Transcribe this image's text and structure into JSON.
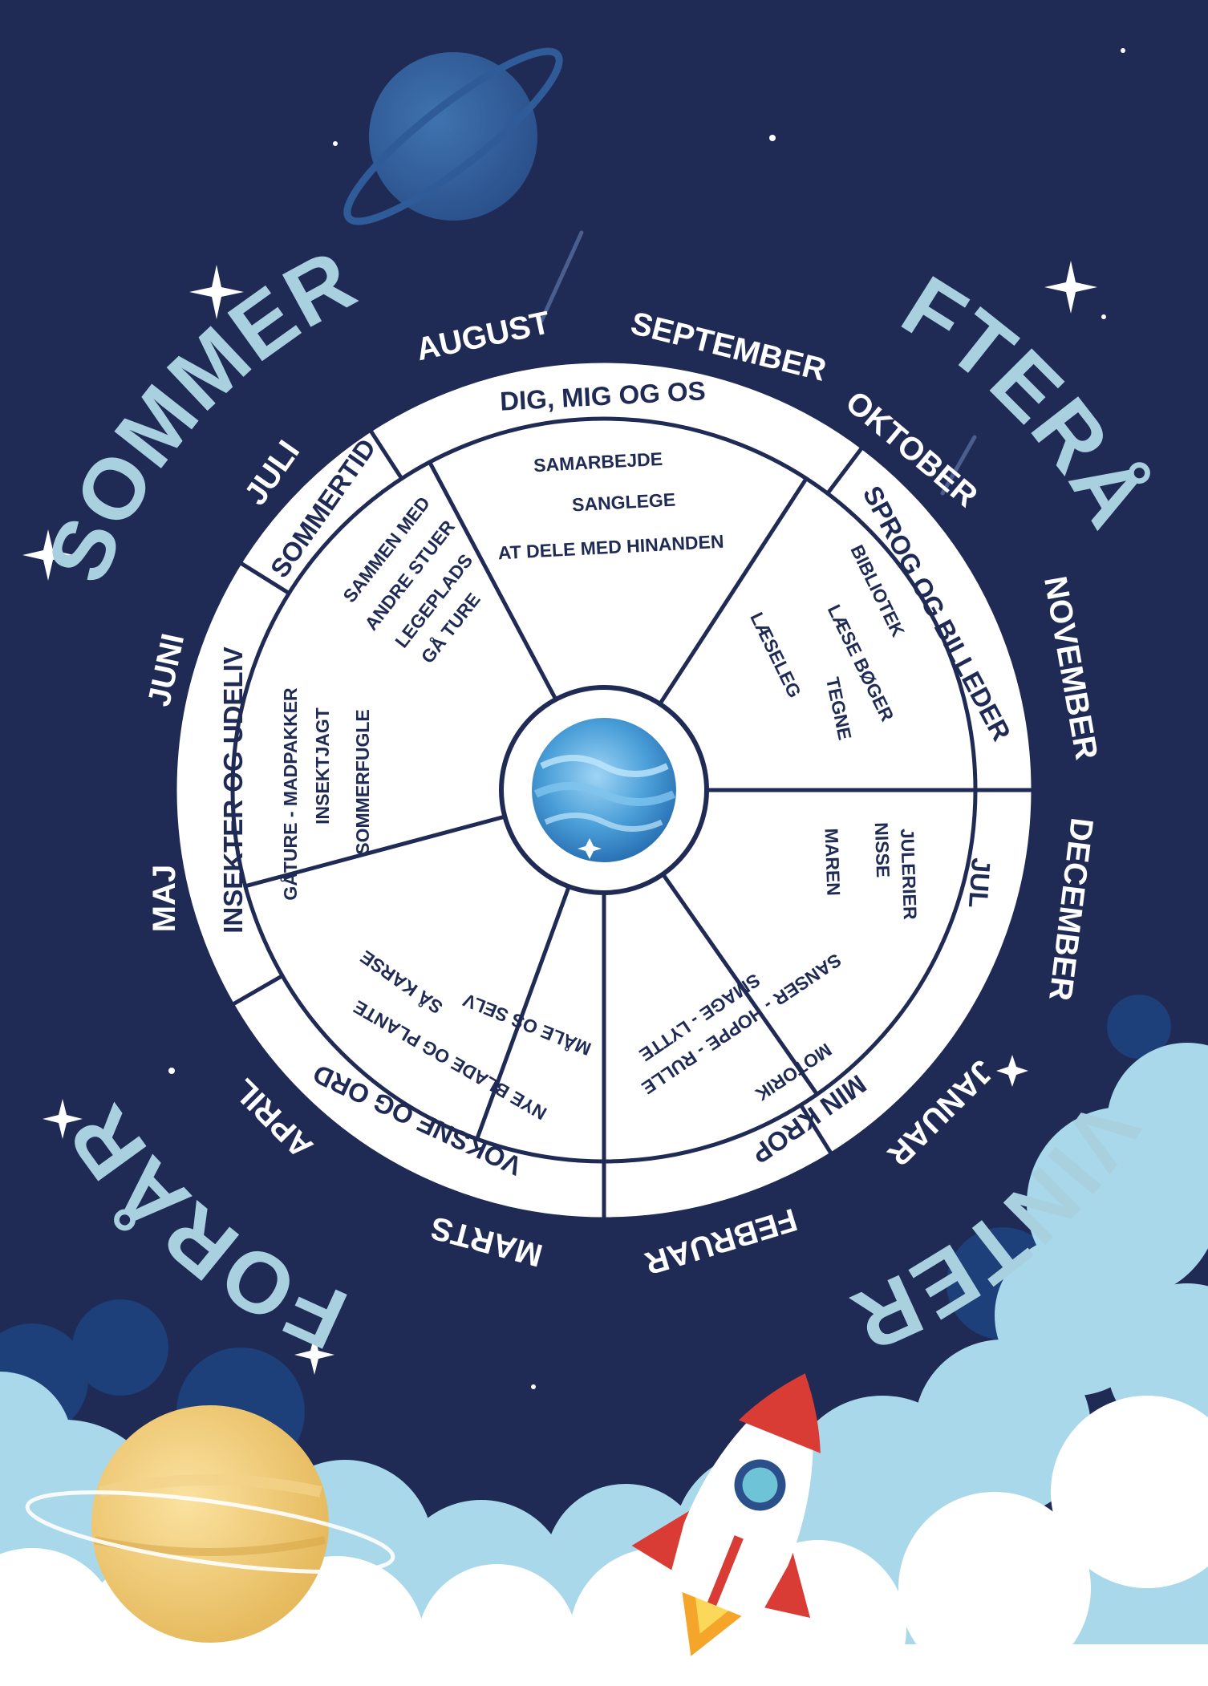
{
  "seasons": {
    "summer": "SOMMER",
    "autumn": "EFTERÅR",
    "winter": "VINTER",
    "spring": "FORÅR"
  },
  "months": {
    "aug": "AUGUST",
    "sep": "SEPTEMBER",
    "okt": "OKTOBER",
    "nov": "NOVEMBER",
    "dec": "DECEMBER",
    "jan": "JANUAR",
    "feb": "FEBRUAR",
    "mar": "MARTS",
    "apr": "APRIL",
    "maj": "MAJ",
    "jun": "JUNI",
    "jul": "JULI"
  },
  "themes": {
    "dig": "DIG, MIG OG OS",
    "sprog": "SPROG OG BILLEDER",
    "jul": "JUL",
    "krop": "MIN KROP",
    "vokse": "VOKSNE OG ORD",
    "insekter": "INSEKTER OG UDELIV",
    "sommertid": "SOMMERTID"
  },
  "activities": {
    "dig": [
      "SAMARBEJDE",
      "SANGLEGE",
      "AT DELE MED HINANDEN"
    ],
    "sprog": [
      "BIBLIOTEK",
      "LÆSE BØGER",
      "LÆSELEG",
      "TEGNE"
    ],
    "jul": [
      "JULERIER",
      "NISSE",
      "MAREN"
    ],
    "krop": [
      "SANSER - HOPPE - RULLE",
      "SMAGE - LYTTE",
      "MOTORIK"
    ],
    "vokse": [
      "NYE BLADE OG PLANTE",
      "SÅ KARSE",
      "MÅLE OS SELV"
    ],
    "insekter": [
      "GÅTURE - MADPAKKER",
      "INSEKTJAGT",
      "SOMMERFUGLE"
    ],
    "sommertid": [
      "SAMMEN MED",
      "ANDRE STUER",
      "LEGEPLADS",
      "GÅ TURE"
    ]
  },
  "colors": {
    "background": "#1f2a55",
    "season_text": "#a9d0df",
    "wheel": "#ffffff",
    "wheel_ink": "#1f2a55",
    "cloud": "#a9d8ea",
    "rocket_red": "#d93b35"
  }
}
